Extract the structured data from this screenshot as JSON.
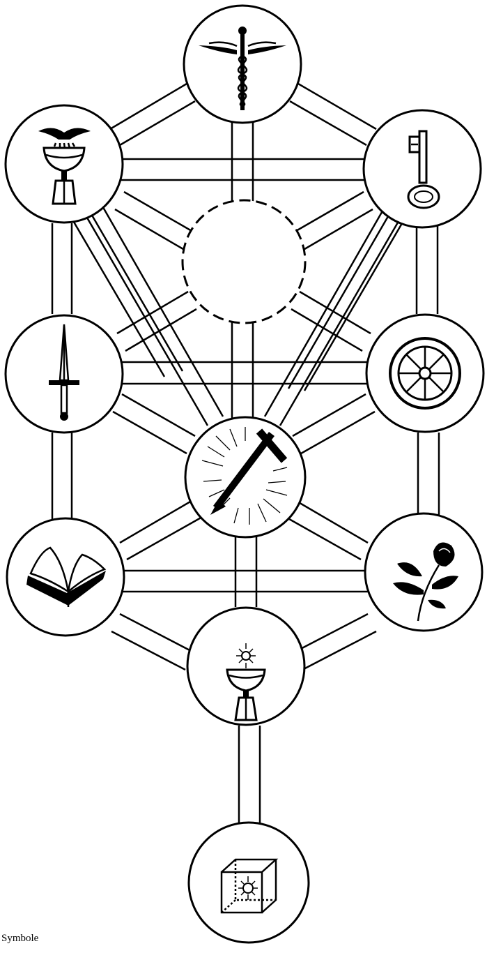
{
  "diagram": {
    "caption": "Symbole",
    "colors": {
      "ink": "#000000",
      "paper": "#ffffff"
    },
    "nodes": [
      {
        "id": "top",
        "icon": "caduceus-icon"
      },
      {
        "id": "upper-left",
        "icon": "chalice-with-dove-icon"
      },
      {
        "id": "upper-right",
        "icon": "key-icon"
      },
      {
        "id": "center-hidden",
        "icon": "none"
      },
      {
        "id": "middle-left",
        "icon": "sword-icon"
      },
      {
        "id": "middle-right",
        "icon": "wheel-icon"
      },
      {
        "id": "center",
        "icon": "radiant-cross-icon"
      },
      {
        "id": "lower-left",
        "icon": "open-book-icon"
      },
      {
        "id": "lower-right",
        "icon": "rose-icon"
      },
      {
        "id": "lower-center",
        "icon": "chalice-with-sun-icon"
      },
      {
        "id": "bottom",
        "icon": "cube-with-sun-icon"
      }
    ]
  }
}
